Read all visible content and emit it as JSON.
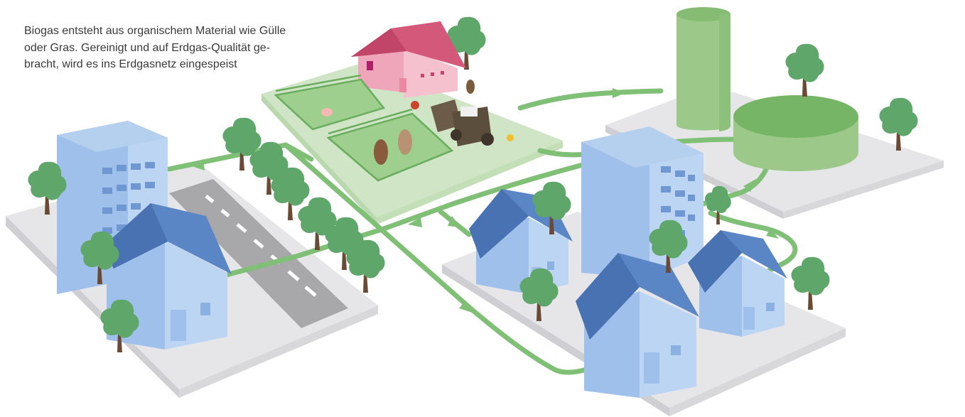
{
  "caption": {
    "lines": [
      "Biogas entsteht aus organischem Material wie Gülle",
      "oder Gras. Gereinigt und auf Erdgas-Qualität ge-",
      "bracht, wird es ins Erdgasnetz eingespeist"
    ]
  },
  "colors": {
    "pipe": "#7fbf76",
    "ground": "#e6e6e8",
    "ground_edge": "#cfcfd3",
    "farm_ground": "#cfe5c6",
    "barn_roof": "#d4587a",
    "barn_wall": "#f0a6ba",
    "building_blue": "#9ec0ea",
    "roof_blue": "#5a86c6",
    "tree": "#5fa66a",
    "trunk": "#6b4a35",
    "tank_green": "#9cc989",
    "road": "#a8a8ab"
  }
}
